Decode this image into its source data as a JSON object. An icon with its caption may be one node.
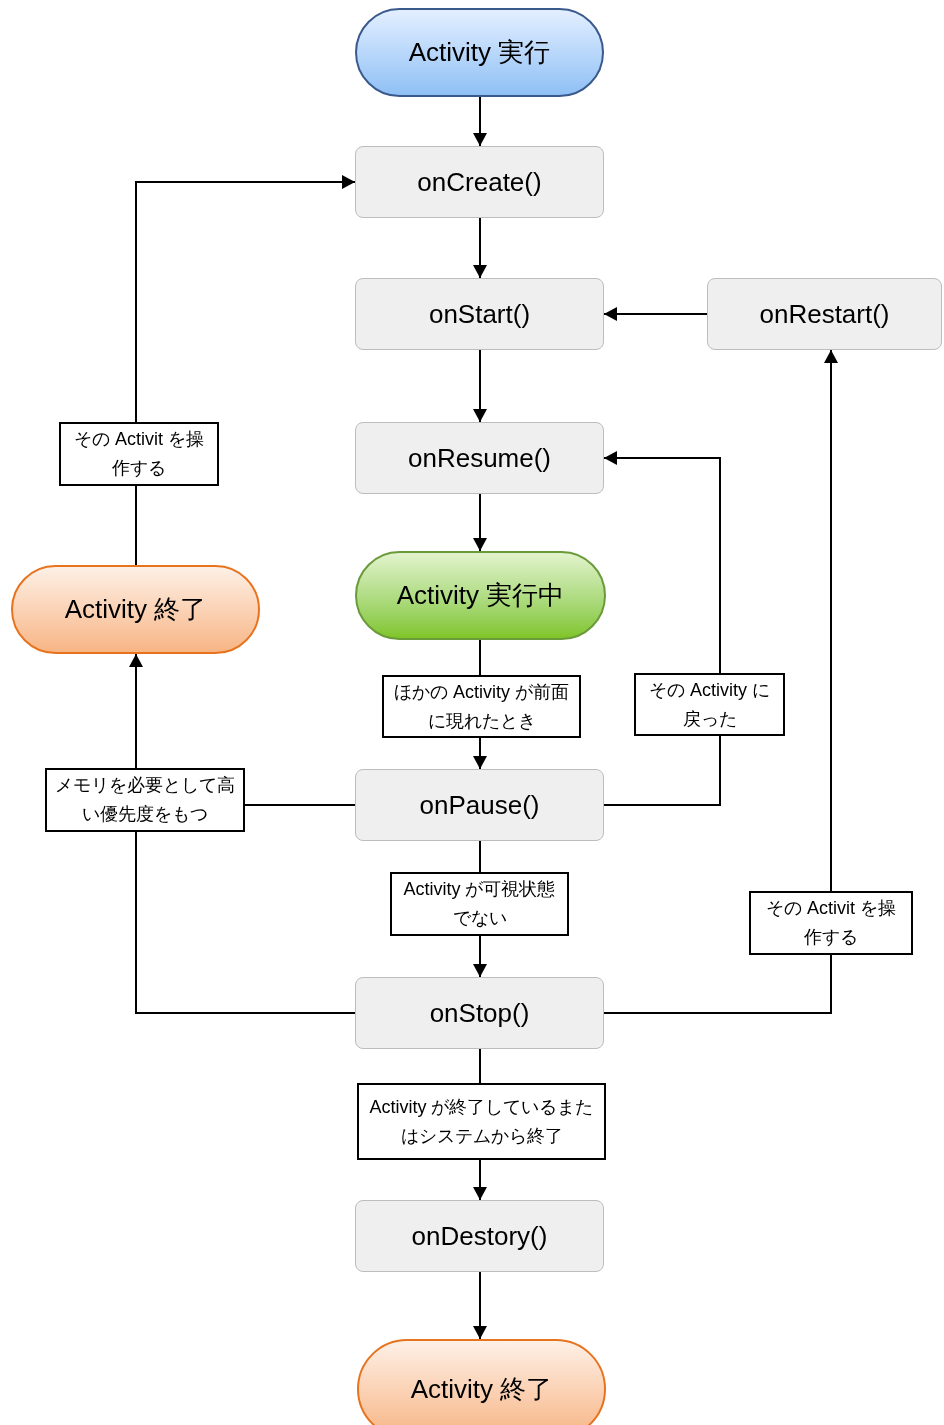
{
  "diagram": {
    "nodes": [
      {
        "text": [
          "Activity 実行"
        ]
      },
      {
        "text": [
          "onCreate()"
        ]
      },
      {
        "text": [
          "onStart()"
        ]
      },
      {
        "text": [
          "onRestart()"
        ]
      },
      {
        "text": [
          "onResume()"
        ]
      },
      {
        "text": [
          "Activity 実行中"
        ]
      },
      {
        "text": [
          "ほかの Activity が前面に現れたとき"
        ]
      },
      {
        "text": [
          "onPause()"
        ]
      },
      {
        "text": [
          "その Activity に戻った"
        ]
      },
      {
        "text": [
          "メモリを必要として高い優先度をもつ"
        ]
      },
      {
        "text": [
          "Activity 終了"
        ]
      },
      {
        "text": [
          "その Activit を操作する"
        ]
      },
      {
        "text": [
          "Activity が可視状態でない"
        ]
      },
      {
        "text": [
          "その Activit を操作する"
        ]
      },
      {
        "text": [
          "onStop()"
        ]
      },
      {
        "text": [
          "Activity が終了しているまたはシステムから終了"
        ]
      },
      {
        "text": [
          "onDestory()"
        ]
      },
      {
        "text": [
          "Activity 終了"
        ]
      }
    ],
    "edges": [
      {
        "from": 0,
        "to": 1,
        "arrow": "to"
      },
      {
        "from": 1,
        "to": 2,
        "arrow": "to"
      },
      {
        "from": 3,
        "to": 2,
        "arrow": "to"
      },
      {
        "from": 2,
        "to": 4,
        "arrow": "to"
      },
      {
        "from": 4,
        "to": 5,
        "arrow": "to"
      },
      {
        "from": 5,
        "to": 6,
        "arrow": "none"
      },
      {
        "from": 6,
        "to": 7,
        "arrow": "to"
      },
      {
        "from": 7,
        "to": 8,
        "arrow": "none"
      },
      {
        "from": 8,
        "to": 4,
        "arrow": "to"
      },
      {
        "from": 7,
        "to": 9,
        "arrow": "none"
      },
      {
        "from": 14,
        "to": 9,
        "arrow": "none"
      },
      {
        "from": 9,
        "to": 10,
        "arrow": "to"
      },
      {
        "from": 10,
        "to": 11,
        "arrow": "none"
      },
      {
        "from": 11,
        "to": 1,
        "arrow": "to"
      },
      {
        "from": 7,
        "to": 12,
        "arrow": "none"
      },
      {
        "from": 12,
        "to": 14,
        "arrow": "to"
      },
      {
        "from": 14,
        "to": 13,
        "arrow": "none"
      },
      {
        "from": 13,
        "to": 3,
        "arrow": "to"
      },
      {
        "from": 14,
        "to": 15,
        "arrow": "none"
      },
      {
        "from": 15,
        "to": 16,
        "arrow": "to"
      },
      {
        "from": 16,
        "to": 17,
        "arrow": "to"
      }
    ]
  }
}
